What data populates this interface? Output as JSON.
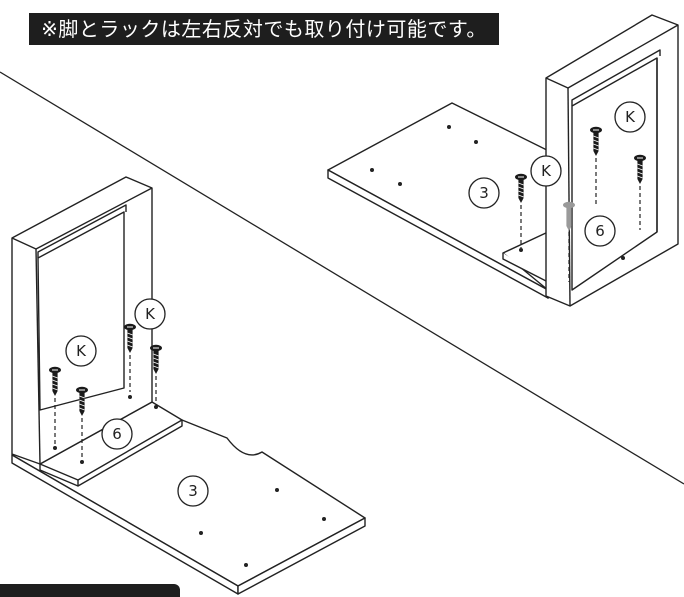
{
  "banner": {
    "text": "※脚とラックは左右反対でも取り付け可能です。"
  },
  "labels": {
    "panel": "3",
    "rack": "6",
    "screw": "K"
  },
  "colors": {
    "stroke": "#222222",
    "banner_bg": "#1e1e1e",
    "banner_text": "#ffffff",
    "highlight_screw": "#9a9a9a"
  }
}
